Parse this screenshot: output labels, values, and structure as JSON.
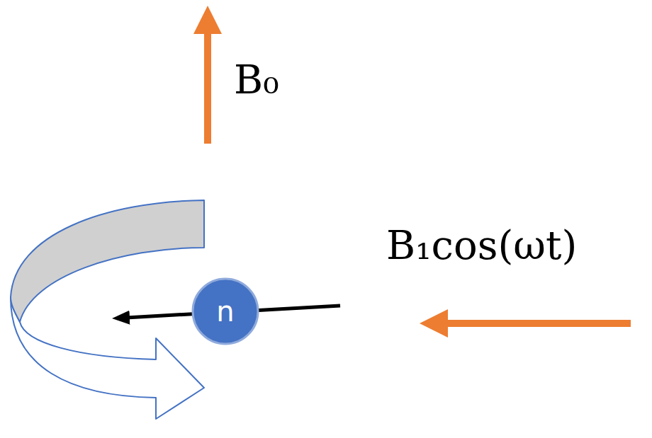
{
  "diagram": {
    "nodes": [
      {
        "text": [
          "n"
        ]
      }
    ],
    "labels": [
      "B₀",
      "B₁cos(ωt)"
    ]
  }
}
